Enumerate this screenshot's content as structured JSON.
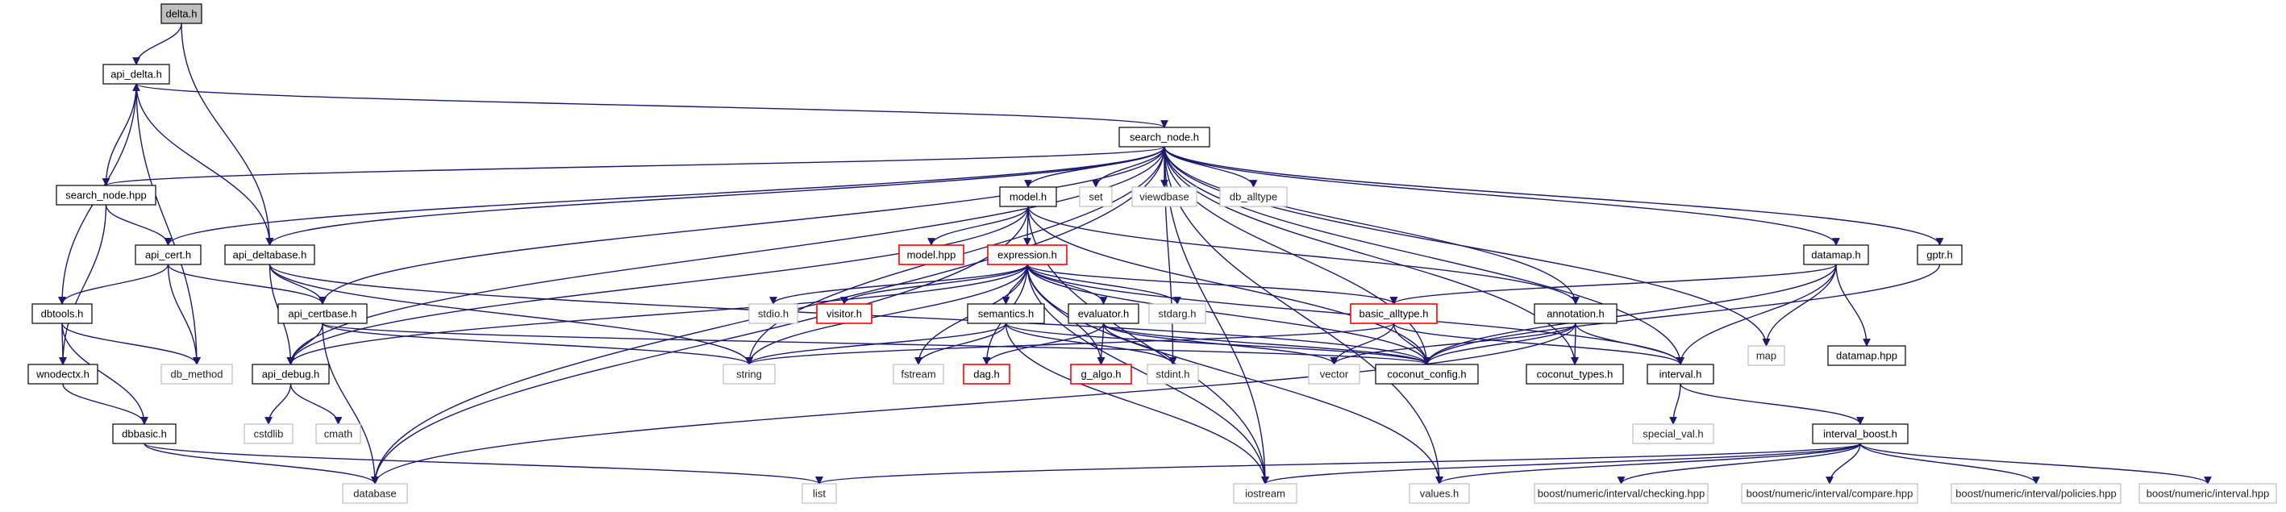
{
  "graph": {
    "nodes": [
      {
        "id": "delta_h",
        "label": "delta.h",
        "style": "root"
      },
      {
        "id": "api_delta_h",
        "label": "api_delta.h",
        "style": "normal"
      },
      {
        "id": "search_node_h",
        "label": "search_node.h",
        "style": "normal"
      },
      {
        "id": "search_node_hpp",
        "label": "search_node.hpp",
        "style": "normal"
      },
      {
        "id": "model_h",
        "label": "model.h",
        "style": "normal"
      },
      {
        "id": "set",
        "label": "set",
        "style": "system"
      },
      {
        "id": "viewdbase",
        "label": "viewdbase",
        "style": "system"
      },
      {
        "id": "db_alltype",
        "label": "db_alltype",
        "style": "system"
      },
      {
        "id": "api_cert_h",
        "label": "api_cert.h",
        "style": "normal"
      },
      {
        "id": "api_deltabase_h",
        "label": "api_deltabase.h",
        "style": "normal"
      },
      {
        "id": "model_hpp",
        "label": "model.hpp",
        "style": "truncated"
      },
      {
        "id": "expression_h",
        "label": "expression.h",
        "style": "truncated"
      },
      {
        "id": "datamap_h",
        "label": "datamap.h",
        "style": "normal"
      },
      {
        "id": "gptr_h",
        "label": "gptr.h",
        "style": "normal"
      },
      {
        "id": "dbtools_h",
        "label": "dbtools.h",
        "style": "normal"
      },
      {
        "id": "api_certbase_h",
        "label": "api_certbase.h",
        "style": "normal"
      },
      {
        "id": "stdio_h",
        "label": "stdio.h",
        "style": "system"
      },
      {
        "id": "visitor_h",
        "label": "visitor.h",
        "style": "truncated"
      },
      {
        "id": "semantics_h",
        "label": "semantics.h",
        "style": "normal"
      },
      {
        "id": "evaluator_h",
        "label": "evaluator.h",
        "style": "normal"
      },
      {
        "id": "stdarg_h",
        "label": "stdarg.h",
        "style": "system"
      },
      {
        "id": "basic_alltype_h",
        "label": "basic_alltype.h",
        "style": "truncated"
      },
      {
        "id": "annotation_h",
        "label": "annotation.h",
        "style": "normal"
      },
      {
        "id": "map",
        "label": "map",
        "style": "system"
      },
      {
        "id": "datamap_hpp",
        "label": "datamap.hpp",
        "style": "normal"
      },
      {
        "id": "wnodectx_h",
        "label": "wnodectx.h",
        "style": "normal"
      },
      {
        "id": "db_method",
        "label": "db_method",
        "style": "system"
      },
      {
        "id": "api_debug_h",
        "label": "api_debug.h",
        "style": "normal"
      },
      {
        "id": "string",
        "label": "string",
        "style": "system"
      },
      {
        "id": "fstream",
        "label": "fstream",
        "style": "system"
      },
      {
        "id": "dag_h",
        "label": "dag.h",
        "style": "truncated"
      },
      {
        "id": "g_algo_h",
        "label": "g_algo.h",
        "style": "truncated"
      },
      {
        "id": "stdint_h",
        "label": "stdint.h",
        "style": "system"
      },
      {
        "id": "vector",
        "label": "vector",
        "style": "system"
      },
      {
        "id": "coconut_config_h",
        "label": "coconut_config.h",
        "style": "normal"
      },
      {
        "id": "coconut_types_h",
        "label": "coconut_types.h",
        "style": "normal"
      },
      {
        "id": "interval_h",
        "label": "interval.h",
        "style": "normal"
      },
      {
        "id": "dbbasic_h",
        "label": "dbbasic.h",
        "style": "normal"
      },
      {
        "id": "cstdlib",
        "label": "cstdlib",
        "style": "system"
      },
      {
        "id": "cmath",
        "label": "cmath",
        "style": "system"
      },
      {
        "id": "special_val_h",
        "label": "special_val.h",
        "style": "system"
      },
      {
        "id": "interval_boost_h",
        "label": "interval_boost.h",
        "style": "normal"
      },
      {
        "id": "database",
        "label": "database",
        "style": "system"
      },
      {
        "id": "list",
        "label": "list",
        "style": "system"
      },
      {
        "id": "iostream",
        "label": "iostream",
        "style": "system"
      },
      {
        "id": "values_h",
        "label": "values.h",
        "style": "system"
      },
      {
        "id": "checking_hpp",
        "label": "boost/numeric/interval/checking.hpp",
        "style": "system"
      },
      {
        "id": "compare_hpp",
        "label": "boost/numeric/interval/compare.hpp",
        "style": "system"
      },
      {
        "id": "policies_hpp",
        "label": "boost/numeric/interval/policies.hpp",
        "style": "system"
      },
      {
        "id": "interval_hpp",
        "label": "boost/numeric/interval.hpp",
        "style": "system"
      }
    ],
    "edges": [
      [
        "delta_h",
        "api_delta_h"
      ],
      [
        "delta_h",
        "api_deltabase_h"
      ],
      [
        "api_delta_h",
        "search_node_h"
      ],
      [
        "api_delta_h",
        "api_deltabase_h"
      ],
      [
        "api_delta_h",
        "dbtools_h"
      ],
      [
        "api_delta_h",
        "db_method"
      ],
      [
        "search_node_h",
        "search_node_hpp"
      ],
      [
        "search_node_h",
        "model_h"
      ],
      [
        "search_node_h",
        "set"
      ],
      [
        "search_node_h",
        "viewdbase"
      ],
      [
        "search_node_h",
        "db_alltype"
      ],
      [
        "search_node_h",
        "api_cert_h"
      ],
      [
        "search_node_h",
        "api_deltabase_h"
      ],
      [
        "search_node_h",
        "api_certbase_h"
      ],
      [
        "search_node_h",
        "api_debug_h"
      ],
      [
        "search_node_h",
        "string"
      ],
      [
        "search_node_h",
        "database"
      ],
      [
        "search_node_h",
        "datamap_h"
      ],
      [
        "search_node_h",
        "gptr_h"
      ],
      [
        "search_node_h",
        "map"
      ],
      [
        "search_node_h",
        "annotation_h"
      ],
      [
        "search_node_h",
        "coconut_config_h"
      ],
      [
        "search_node_h",
        "coconut_types_h"
      ],
      [
        "search_node_h",
        "interval_h"
      ],
      [
        "search_node_h",
        "stdint_h"
      ],
      [
        "search_node_h",
        "iostream"
      ],
      [
        "search_node_h",
        "values_h"
      ],
      [
        "search_node_hpp",
        "api_delta_h"
      ],
      [
        "search_node_hpp",
        "api_cert_h"
      ],
      [
        "search_node_hpp",
        "wnodectx_h"
      ],
      [
        "model_h",
        "model_hpp"
      ],
      [
        "model_h",
        "expression_h"
      ],
      [
        "model_h",
        "annotation_h"
      ],
      [
        "model_h",
        "api_debug_h"
      ],
      [
        "model_h",
        "database"
      ],
      [
        "model_h",
        "coconut_config_h"
      ],
      [
        "model_h",
        "iostream"
      ],
      [
        "api_cert_h",
        "dbtools_h"
      ],
      [
        "api_cert_h",
        "api_certbase_h"
      ],
      [
        "api_cert_h",
        "db_method"
      ],
      [
        "api_deltabase_h",
        "api_certbase_h"
      ],
      [
        "api_deltabase_h",
        "api_debug_h"
      ],
      [
        "api_deltabase_h",
        "string"
      ],
      [
        "api_deltabase_h",
        "coconut_config_h"
      ],
      [
        "expression_h",
        "stdio_h"
      ],
      [
        "expression_h",
        "visitor_h"
      ],
      [
        "expression_h",
        "semantics_h"
      ],
      [
        "expression_h",
        "evaluator_h"
      ],
      [
        "expression_h",
        "stdarg_h"
      ],
      [
        "expression_h",
        "basic_alltype_h"
      ],
      [
        "expression_h",
        "api_debug_h"
      ],
      [
        "expression_h",
        "string"
      ],
      [
        "expression_h",
        "fstream"
      ],
      [
        "expression_h",
        "dag_h"
      ],
      [
        "expression_h",
        "g_algo_h"
      ],
      [
        "expression_h",
        "coconut_config_h"
      ],
      [
        "expression_h",
        "interval_h"
      ],
      [
        "expression_h",
        "values_h"
      ],
      [
        "expression_h",
        "iostream"
      ],
      [
        "datamap_h",
        "basic_alltype_h"
      ],
      [
        "datamap_h",
        "map"
      ],
      [
        "datamap_h",
        "datamap_hpp"
      ],
      [
        "datamap_h",
        "coconut_config_h"
      ],
      [
        "datamap_h",
        "interval_h"
      ],
      [
        "gptr_h",
        "coconut_config_h"
      ],
      [
        "dbtools_h",
        "wnodectx_h"
      ],
      [
        "dbtools_h",
        "db_method"
      ],
      [
        "dbtools_h",
        "dbbasic_h"
      ],
      [
        "api_certbase_h",
        "api_debug_h"
      ],
      [
        "api_certbase_h",
        "database"
      ],
      [
        "api_certbase_h",
        "string"
      ],
      [
        "api_certbase_h",
        "coconut_config_h"
      ],
      [
        "semantics_h",
        "string"
      ],
      [
        "semantics_h",
        "fstream"
      ],
      [
        "semantics_h",
        "stdint_h"
      ],
      [
        "semantics_h",
        "iostream"
      ],
      [
        "semantics_h",
        "coconut_config_h"
      ],
      [
        "evaluator_h",
        "dag_h"
      ],
      [
        "evaluator_h",
        "g_algo_h"
      ],
      [
        "evaluator_h",
        "stdint_h"
      ],
      [
        "evaluator_h",
        "vector"
      ],
      [
        "evaluator_h",
        "coconut_config_h"
      ],
      [
        "basic_alltype_h",
        "string"
      ],
      [
        "basic_alltype_h",
        "vector"
      ],
      [
        "basic_alltype_h",
        "coconut_config_h"
      ],
      [
        "basic_alltype_h",
        "interval_h"
      ],
      [
        "annotation_h",
        "vector"
      ],
      [
        "annotation_h",
        "coconut_config_h"
      ],
      [
        "annotation_h",
        "coconut_types_h"
      ],
      [
        "annotation_h",
        "interval_h"
      ],
      [
        "annotation_h",
        "database"
      ],
      [
        "wnodectx_h",
        "dbbasic_h"
      ],
      [
        "api_debug_h",
        "cstdlib"
      ],
      [
        "api_debug_h",
        "cmath"
      ],
      [
        "dbbasic_h",
        "database"
      ],
      [
        "dbbasic_h",
        "list"
      ],
      [
        "interval_h",
        "special_val_h"
      ],
      [
        "interval_h",
        "interval_boost_h"
      ],
      [
        "interval_boost_h",
        "list"
      ],
      [
        "interval_boost_h",
        "iostream"
      ],
      [
        "interval_boost_h",
        "values_h"
      ],
      [
        "interval_boost_h",
        "checking_hpp"
      ],
      [
        "interval_boost_h",
        "compare_hpp"
      ],
      [
        "interval_boost_h",
        "policies_hpp"
      ],
      [
        "interval_boost_h",
        "interval_hpp"
      ]
    ]
  },
  "colors": {
    "edge": "#191970",
    "root_fill": "#bfbfbf",
    "normal_border": "#000000",
    "system_border": "#bfbfbf",
    "truncated_border": "#ff0000"
  }
}
